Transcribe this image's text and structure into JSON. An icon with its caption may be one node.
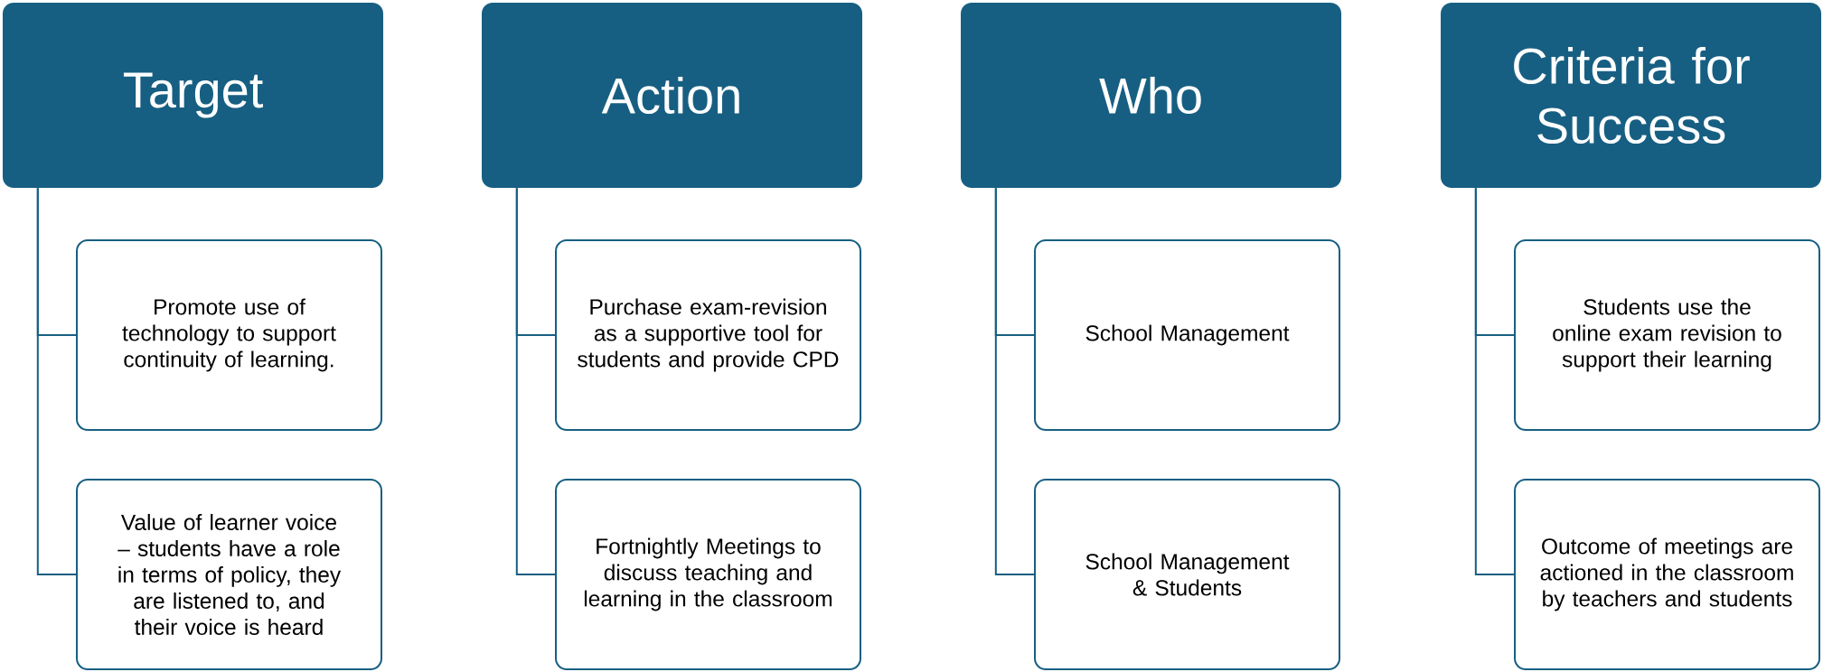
{
  "diagram": {
    "nodes": [
      {
        "text": [
          "Target"
        ]
      },
      {
        "text": [
          "Promote use of technology to support continuity of learning."
        ]
      },
      {
        "text": [
          "Value of learner voice – students have a role in terms of policy, they are listened to, and their voice is heard"
        ]
      },
      {
        "text": [
          "Action"
        ]
      },
      {
        "text": [
          "Purchase exam-revision as a supportive tool for students and provide CPD"
        ]
      },
      {
        "text": [
          "Fortnightly  Meetings to discuss teaching and learning in the classroom"
        ]
      },
      {
        "text": [
          "Who"
        ]
      },
      {
        "text": [
          "School Management"
        ]
      },
      {
        "text": [
          "School Management & Students"
        ]
      },
      {
        "text": [
          "Criteria for Success"
        ]
      },
      {
        "text": [
          "Students use the online exam revision to support their learning"
        ]
      },
      {
        "text": [
          "Outcome of meetings are actioned in the classroom by teachers and students"
        ]
      }
    ],
    "edges": [
      {
        "from": 0,
        "to": 1,
        "arrow": "none"
      },
      {
        "from": 0,
        "to": 2,
        "arrow": "none"
      },
      {
        "from": 3,
        "to": 4,
        "arrow": "none"
      },
      {
        "from": 3,
        "to": 5,
        "arrow": "none"
      },
      {
        "from": 6,
        "to": 7,
        "arrow": "none"
      },
      {
        "from": 6,
        "to": 8,
        "arrow": "none"
      },
      {
        "from": 9,
        "to": 10,
        "arrow": "none"
      },
      {
        "from": 9,
        "to": 11,
        "arrow": "none"
      }
    ]
  }
}
